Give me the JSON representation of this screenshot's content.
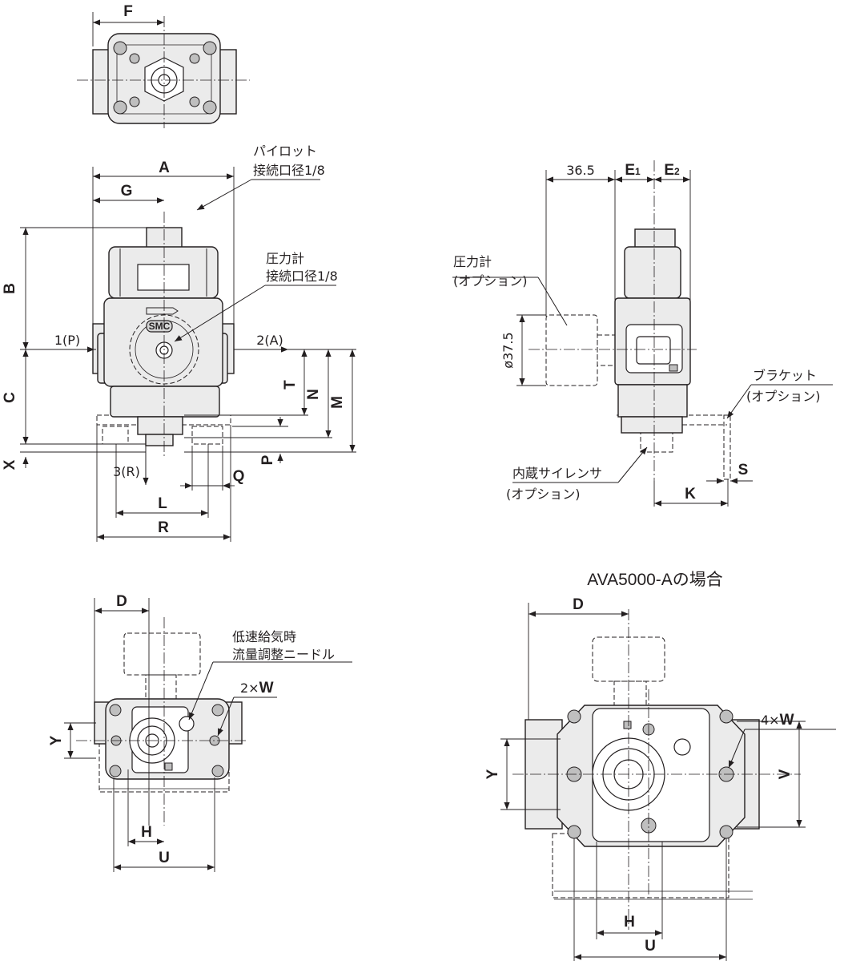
{
  "dims": {
    "F": "F",
    "A": "A",
    "G": "G",
    "B": "B",
    "C": "C",
    "X": "X",
    "T": "T",
    "N": "N",
    "M": "M",
    "P": "P",
    "Q": "Q",
    "L": "L",
    "R": "R",
    "E1": "E",
    "E1_sub": "1",
    "E2": "E",
    "E2_sub": "2",
    "d365": "36.5",
    "dia375": "ø37.5",
    "K": "K",
    "S": "S",
    "D": "D",
    "Y": "Y",
    "H": "H",
    "U": "U",
    "V": "V"
  },
  "notes": {
    "pilot_l1": "パイロット",
    "pilot_l2": "接続口径1/8",
    "gauge_l1": "圧力計",
    "gauge_l2": "接続口径1/8",
    "port_in": "1(P)",
    "port_out": "2(A)",
    "port_ex": "3(R)",
    "gauge_opt_l1": "圧力計",
    "gauge_opt_l2": "(オプション)",
    "bracket_l1": "ブラケット",
    "bracket_l2": "(オプション)",
    "silencer_l1": "内蔵サイレンサ",
    "silencer_l2": "(オプション)",
    "needle_l1": "低速給気時",
    "needle_l2": "流量調整ニードル",
    "two_w_a": "2×",
    "two_w_b": "W",
    "four_w_a": "4×",
    "four_w_b": "W",
    "brand": "SMC"
  },
  "title_ava": "AVA5000-Aの場合"
}
